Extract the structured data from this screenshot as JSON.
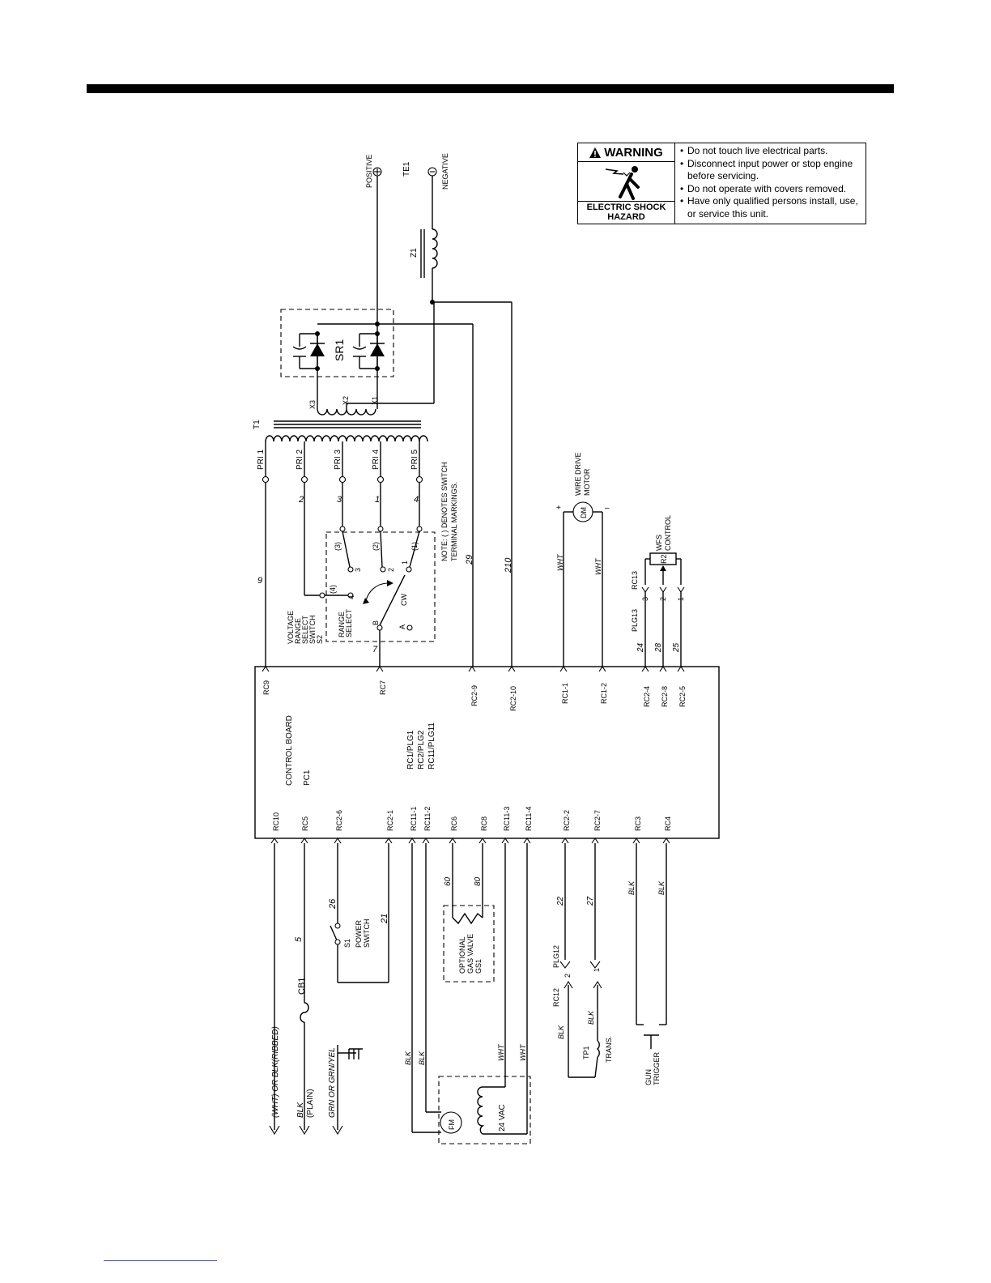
{
  "warning": {
    "title": "WARNING",
    "hazard": "ELECTRIC SHOCK HAZARD",
    "bullets": [
      "Do not touch live electrical parts.",
      "Disconnect input power or stop engine before servicing.",
      "Do not operate with covers removed.",
      "Have only qualified persons install, use, or service this unit."
    ]
  },
  "schematic": {
    "output": {
      "positive": "POSITIVE",
      "negative": "NEGATIVE",
      "te1": "TE1",
      "z1": "Z1",
      "sr1": "SR1"
    },
    "transformer": {
      "t1": "T1",
      "secondary": [
        "X3",
        "X2",
        "X1"
      ],
      "primary_taps": [
        "PRI 1",
        "PRI 2",
        "PRI 3",
        "PRI 4",
        "PRI 5"
      ],
      "wire_numbers": [
        "2",
        "3",
        "1",
        "4"
      ]
    },
    "switch": {
      "name_lines": [
        "VOLTAGE",
        "RANGE",
        "SELECT",
        "SWITCH",
        "S2"
      ],
      "range_lines": [
        "RANGE",
        "SELECT"
      ],
      "terminal_markings": [
        "(3)",
        "(2)",
        "(1)",
        "(4)"
      ],
      "positions": [
        "3",
        "2",
        "1",
        "4",
        "B",
        "A"
      ],
      "cw": "CW",
      "note_lines": [
        "NOTE: ( ) DENOTES SWITCH",
        "TERMINAL MARKINGS."
      ]
    },
    "control_board": {
      "title": "CONTROL BOARD",
      "ref": "PC1",
      "plug_pairs": [
        "RC1/PLG1",
        "RC2/PLG2",
        "RC11/PLG11"
      ],
      "top_connectors": [
        "RC9",
        "RC7",
        "RC2-9",
        "RC2-10",
        "RC1-1",
        "RC1-2",
        "RC2-4",
        "RC2-8",
        "RC2-5"
      ],
      "bottom_connectors": [
        "RC10",
        "RC5",
        "RC2-6",
        "RC2-1",
        "RC11-1",
        "RC11-2",
        "RC6",
        "RC8",
        "RC11-3",
        "RC11-4",
        "RC2-2",
        "RC2-7",
        "RC3",
        "RC4"
      ]
    },
    "top_wires": {
      "w9": "9",
      "w7": "7",
      "w29": "29",
      "w210": "210",
      "wht1": "WHT",
      "wht2": "WHT",
      "w24": "24",
      "w28": "28",
      "w25": "25"
    },
    "motor": {
      "symbol": "DM",
      "lines": [
        "WIRE DRIVE",
        "MOTOR"
      ],
      "plus": "+",
      "minus": "–"
    },
    "wfs": {
      "plg": "PLG13",
      "rc": "RC13",
      "pins": [
        "3",
        "2",
        "1"
      ],
      "r": "R2",
      "lines": [
        "WFS",
        "CONTROL"
      ]
    },
    "bottom_wires": {
      "input1": "(WHT) OR BLK(RIBBED)",
      "input2": "BLK",
      "input2b": "(PLAIN)",
      "ground": "GRN OR GRN/YEL",
      "w5": "5",
      "cb1": "CB1",
      "w26": "26",
      "w21": "21",
      "s1_lines": [
        "S1",
        "POWER",
        "SWITCH"
      ],
      "w60": "60",
      "w80": "80",
      "gs_lines": [
        "OPTIONAL",
        "GAS VALVE",
        "GS1"
      ],
      "blk1": "BLK",
      "blk2": "BLK",
      "wht1": "WHT",
      "wht2": "WHT",
      "fm": "FM",
      "vac": "24 VAC",
      "w22": "22",
      "w27": "27",
      "plg12": "PLG12",
      "rc12": "RC12",
      "pin2": "2",
      "pin1": "1",
      "blk3": "BLK",
      "blk4": "BLK",
      "tp1_lines": [
        "TP1",
        "TRANS."
      ],
      "blk5": "BLK",
      "blk6": "BLK",
      "gun_lines": [
        "GUN",
        "TRIGGER"
      ]
    }
  }
}
